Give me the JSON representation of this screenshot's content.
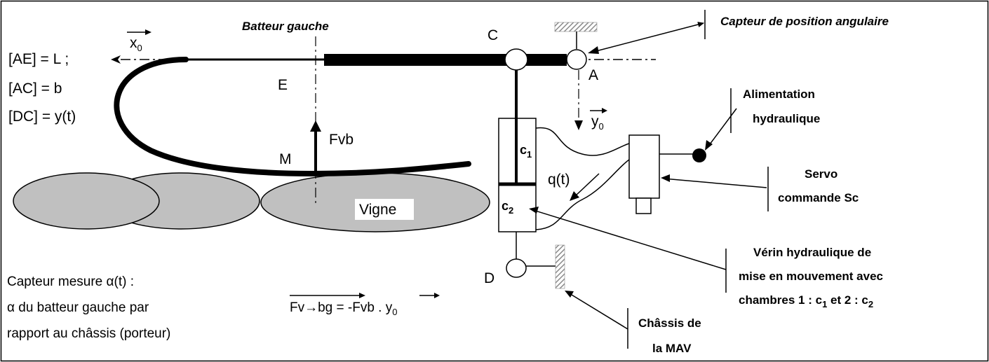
{
  "labels": {
    "batteur": "Batteur gauche",
    "capteur": "Capteur de position angulaire",
    "x0": "x",
    "x0_sub": "0",
    "y0": "y",
    "y0_sub": "0",
    "pt_C": "C",
    "pt_A": "A",
    "pt_E": "E",
    "pt_M": "M",
    "pt_D": "D",
    "fvb": "Fvb",
    "vigne": "Vigne",
    "eq1": "[AE]  = L ;",
    "eq2": "[AC]  = b",
    "eq3": "[DC] = y(t)",
    "c1": "c",
    "c1_sub": "1",
    "c2": "c",
    "c2_sub": "2",
    "qt": "q(t)",
    "alim1": "Alimentation",
    "alim2": "hydraulique",
    "servo1": "Servo",
    "servo2": "commande Sc",
    "verin1": "Vérin hydraulique de",
    "verin2": "mise en mouvement avec",
    "verin3a": "chambres 1 : c",
    "verin3b": "1",
    "verin3c": " et 2 : c",
    "verin3d": "2",
    "chassis1": "Châssis de",
    "chassis2": "la MAV",
    "mesure1": "Capteur mesure α(t) :",
    "mesure2": "α du batteur gauche par",
    "mesure3": "rapport au châssis (porteur)",
    "force_main": "Fv→bg = -Fvb . y",
    "force_sub": "0"
  },
  "colors": {
    "vine_fill": "#c0c0c0",
    "hatch": "#9a9a9a",
    "ink": "#000000"
  }
}
